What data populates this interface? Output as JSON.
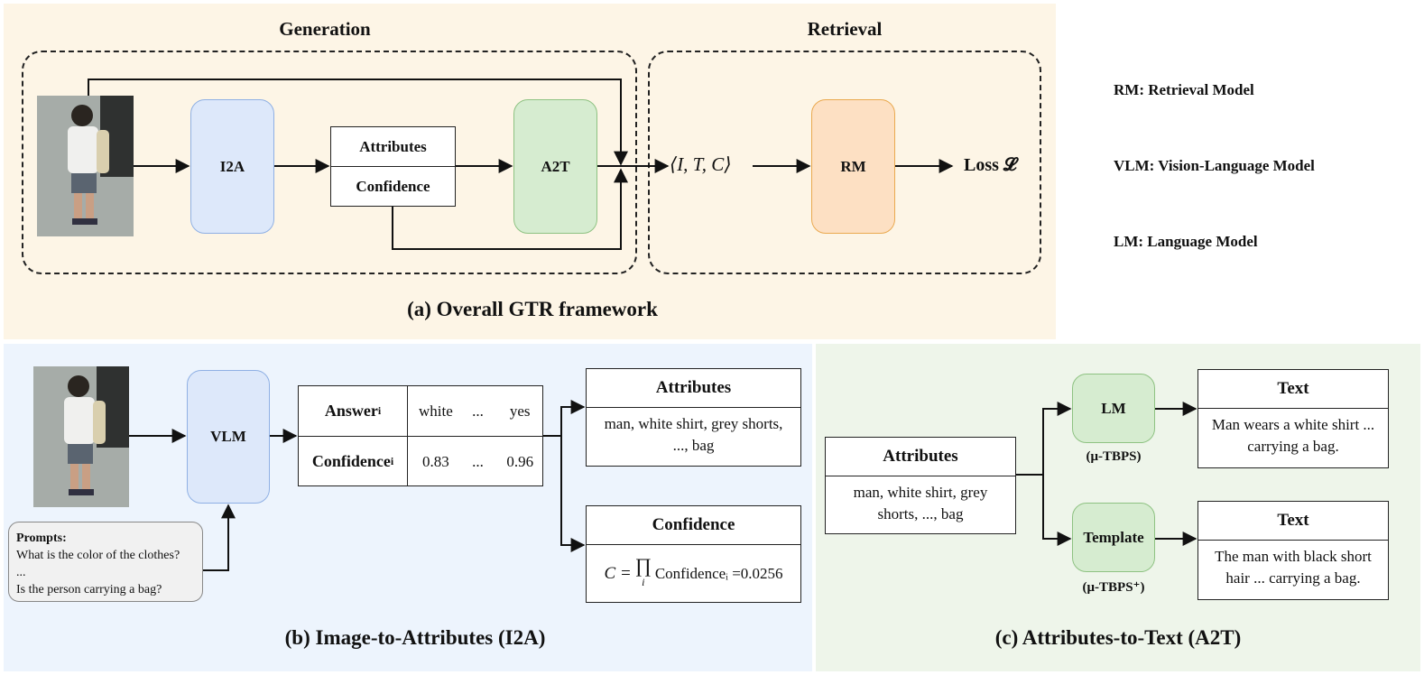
{
  "panel_a": {
    "generation_label": "Generation",
    "retrieval_label": "Retrieval",
    "i2a": "I2A",
    "attributes": "Attributes",
    "confidence": "Confidence",
    "a2t": "A2T",
    "tuple": "⟨I, T, C⟩",
    "rm": "RM",
    "loss": "Loss 𝓛",
    "caption": "(a) Overall GTR framework"
  },
  "legend": [
    "RM: Retrieval Model",
    "VLM: Vision-Language Model",
    "LM: Language Model"
  ],
  "panel_b": {
    "vlm": "VLM",
    "answer_label": "Answer",
    "answer_sub": "i",
    "answer_values": [
      "white",
      "...",
      "yes"
    ],
    "confidence_label": "Confidence",
    "confidence_sub": "i",
    "confidence_values": [
      "0.83",
      "...",
      "0.96"
    ],
    "attributes_title": "Attributes",
    "attributes_text": "man, white shirt, grey shorts, ..., bag",
    "confidence_title": "Confidence",
    "formula_lhs": "C =",
    "formula_prod": "∏",
    "formula_index": "i",
    "formula_rhs": "Confidenceᵢ =0.0256",
    "prompts_title": "Prompts:",
    "prompt_lines": [
      "What is the color of the clothes?",
      "...",
      "Is the person carrying a bag?"
    ],
    "caption": "(b) Image-to-Attributes (I2A)"
  },
  "panel_c": {
    "attributes_title": "Attributes",
    "attributes_text": "man, white shirt, grey shorts, ..., bag",
    "lm": "LM",
    "lm_tag": "(μ-TBPS)",
    "template": "Template",
    "template_tag": "(μ-TBPS⁺)",
    "text1_title": "Text",
    "text1_body": "Man wears a white shirt ... carrying a bag.",
    "text2_title": "Text",
    "text2_body": "The man with black short hair ... carrying a bag.",
    "caption": "(c) Attributes-to-Text (A2T)"
  },
  "colors": {
    "panel_a_bg": "#fdf5e6",
    "panel_b_bg": "#edf4fd",
    "panel_c_bg": "#eef5ea",
    "blue_box": "#dde8fa",
    "green_box": "#d6ecd0",
    "orange_box": "#fde0c3"
  }
}
